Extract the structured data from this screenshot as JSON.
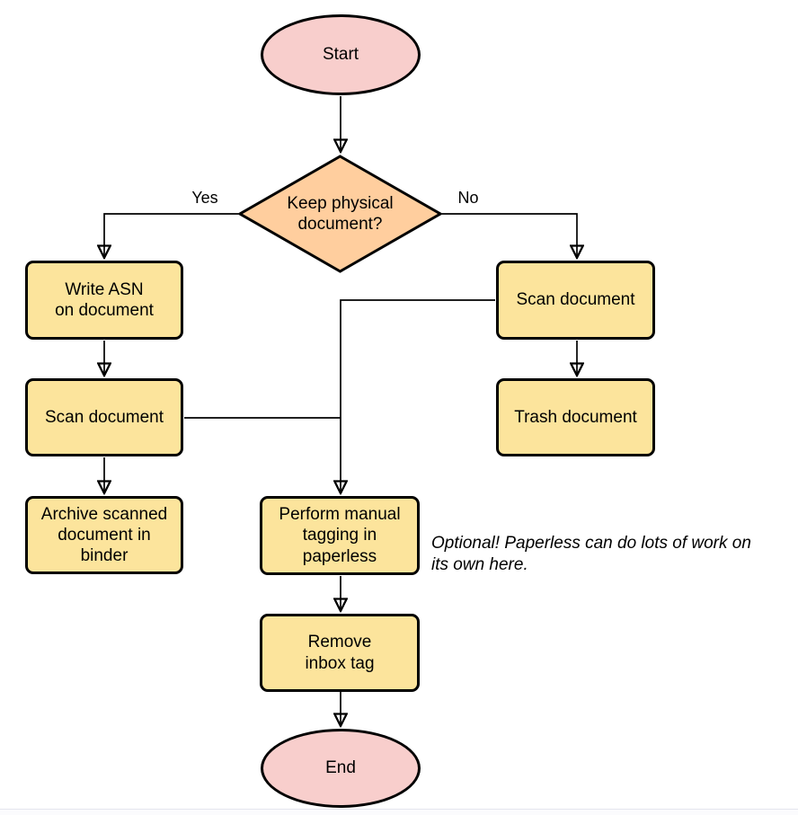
{
  "colors": {
    "terminal_fill": "#f8cecc",
    "decision_fill": "#ffce9e",
    "process_fill": "#fce49c",
    "stroke": "#000000"
  },
  "nodes": {
    "start": {
      "label": "Start"
    },
    "decision": {
      "label": "Keep physical\ndocument?"
    },
    "write_asn": {
      "label": "Write ASN\non document"
    },
    "scan_left": {
      "label": "Scan document"
    },
    "archive": {
      "label": "Archive scanned\ndocument in\nbinder"
    },
    "scan_right": {
      "label": "Scan document"
    },
    "trash": {
      "label": "Trash document"
    },
    "tagging": {
      "label": "Perform manual\ntagging in\npaperless"
    },
    "remove_inbox": {
      "label": "Remove\ninbox tag"
    },
    "end": {
      "label": "End"
    }
  },
  "edge_labels": {
    "yes": "Yes",
    "no": "No"
  },
  "note": {
    "text": "Optional! Paperless can do lots of work on\nits own here."
  }
}
